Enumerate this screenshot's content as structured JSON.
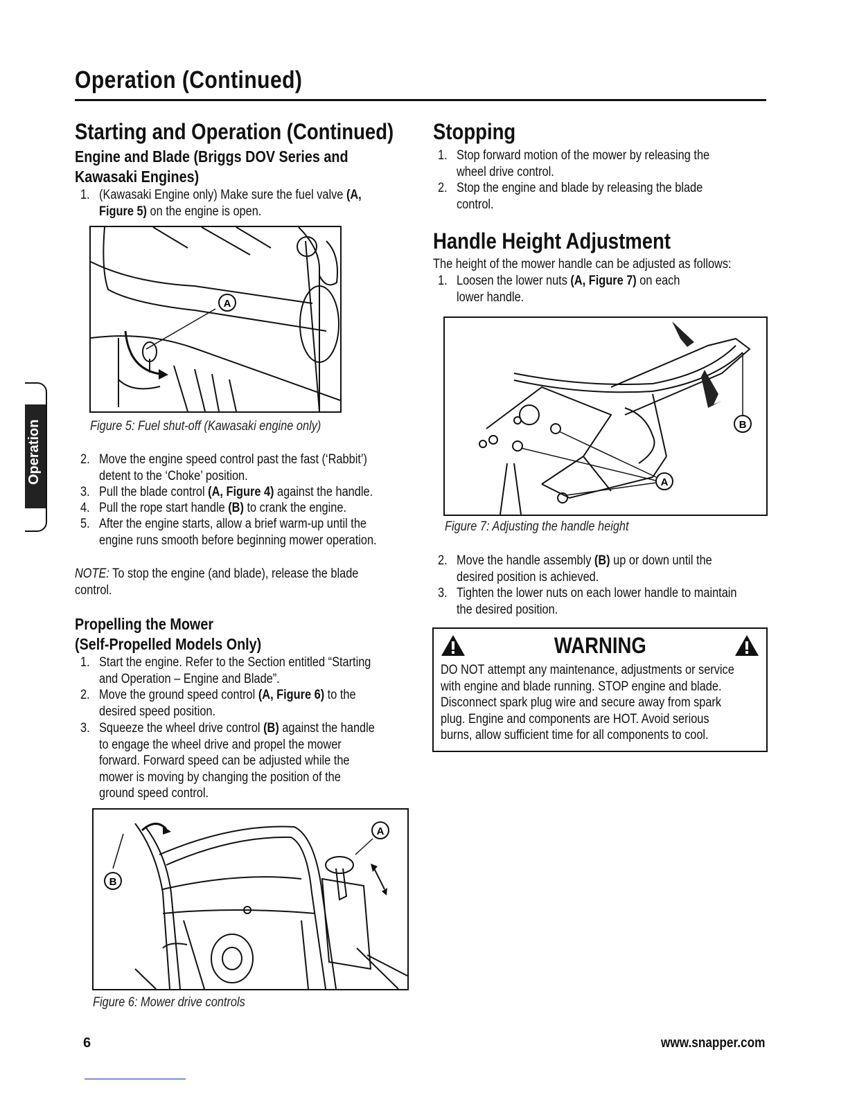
{
  "page_title": "Operation (Continued)",
  "side_tab": "Operation",
  "left": {
    "heading": "Starting and Operation (Continued)",
    "subheading_line1": "Engine and Blade (Briggs DOV Series and",
    "subheading_line2": "Kawasaki Engines)",
    "step1": {
      "num": "1.",
      "line1_pre": "(Kawasaki Engine only) Make sure the fuel valve ",
      "line1_ref": "(A,",
      "line2_ref": "Figure 5)",
      "line2_post": " on the engine is open."
    },
    "figure5_callout_a": "A",
    "figure5_caption": "Figure 5: Fuel shut-off (Kawasaki engine only)",
    "steps": [
      {
        "num": "2.",
        "line1": "Move the engine speed control past the fast (‘Rabbit’)",
        "line2": "detent to the ‘Choke’ position."
      },
      {
        "num": "3.",
        "pre": "Pull the blade control ",
        "ref": "(A, Figure 4)",
        "post": " against the handle."
      },
      {
        "num": "4.",
        "pre": "Pull the rope start handle ",
        "ref": "(B)",
        "post": " to crank the engine."
      },
      {
        "num": "5.",
        "line1": "After the engine starts, allow a brief warm-up until the",
        "line2": "engine runs smooth before beginning mower operation."
      }
    ],
    "note_label": "NOTE:",
    "note_line1": " To stop the engine (and blade), release the blade",
    "note_line2": "control.",
    "propel_heading_line1": "Propelling the Mower",
    "propel_heading_line2": "(Self-Propelled Models Only)",
    "propel_steps": {
      "s1": {
        "num": "1.",
        "line1": "Start the engine. Refer to the Section entitled “Starting",
        "line2": "and Operation – Engine and Blade”."
      },
      "s2": {
        "num": "2.",
        "pre": "Move the ground speed control ",
        "ref": "(A, Figure 6)",
        "post": " to the",
        "line2": "desired speed position."
      },
      "s3": {
        "num": "3.",
        "pre": "Squeeze the wheel drive control ",
        "ref": "(B)",
        "post": " against the handle",
        "line2": "to engage the wheel drive and propel the mower",
        "line3": "forward. Forward speed can be adjusted while the",
        "line4": "mower is moving by changing the position of the",
        "line5": "ground speed control."
      }
    },
    "figure6_callout_a": "A",
    "figure6_callout_b": "B",
    "figure6_caption": "Figure 6: Mower drive controls"
  },
  "right": {
    "stopping_heading": "Stopping",
    "stopping_steps": [
      {
        "num": "1.",
        "line1": "Stop forward motion of the mower by releasing the",
        "line2": "wheel drive control."
      },
      {
        "num": "2.",
        "line1": "Stop the engine and blade by releasing the blade",
        "line2": "control."
      }
    ],
    "handle_heading": "Handle Height Adjustment",
    "handle_intro": "The height of the mower handle can be adjusted as follows:",
    "handle_step1": {
      "num": "1.",
      "pre": "Loosen the lower nuts ",
      "ref": "(A, Figure 7)",
      "post": " on each",
      "line2": "lower handle."
    },
    "figure7_callout_a": "A",
    "figure7_callout_b": "B",
    "figure7_caption": "Figure 7: Adjusting the handle height",
    "handle_step2": {
      "num": "2.",
      "pre": "Move the handle assembly ",
      "ref": "(B)",
      "post": " up or down until the",
      "line2": "desired position is achieved."
    },
    "handle_step3": {
      "num": "3.",
      "line1": "Tighten the lower nuts on each lower handle to maintain",
      "line2": "the desired position."
    },
    "warning": {
      "title": "WARNING",
      "lines": [
        "DO NOT attempt any maintenance, adjustments or service",
        "with engine and blade running. STOP engine and blade.",
        "Disconnect spark plug wire and secure away from spark",
        "plug. Engine and components are HOT. Avoid serious",
        "burns, allow sufficient time for all components to cool."
      ]
    }
  },
  "footer": {
    "page_number": "6",
    "url": "www.snapper.com"
  }
}
